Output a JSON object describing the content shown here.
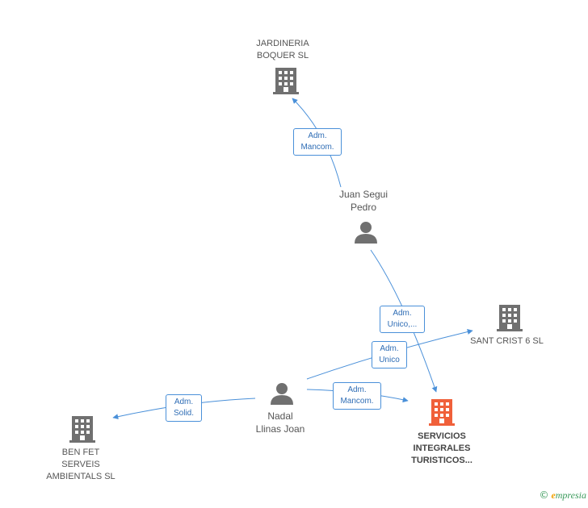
{
  "nodes": {
    "jardineria": {
      "line1": "JARDINERIA",
      "line2": "BOQUER SL",
      "kind": "company",
      "color": "#707070"
    },
    "juan": {
      "line1": "Juan Segui",
      "line2": "Pedro",
      "kind": "person",
      "color": "#707070"
    },
    "sant_crist": {
      "line1": "SANT CRIST 6 SL",
      "kind": "company",
      "color": "#707070"
    },
    "nadal": {
      "line1": "Nadal",
      "line2": "Llinas Joan",
      "kind": "person",
      "color": "#707070"
    },
    "servicios": {
      "line1": "SERVICIOS",
      "line2": "INTEGRALES",
      "line3": "TURISTICOS...",
      "kind": "company",
      "color": "#f0603a"
    },
    "ben_fet": {
      "line1": "BEN FET",
      "line2": "SERVEIS",
      "line3": "AMBIENTALS SL",
      "kind": "company",
      "color": "#707070"
    }
  },
  "edges": {
    "juan_jardineria": {
      "line1": "Adm.",
      "line2": "Mancom."
    },
    "juan_servicios": {
      "line1": "Adm.",
      "line2": "Unico,..."
    },
    "nadal_sant_crist": {
      "line1": "Adm.",
      "line2": "Unico"
    },
    "nadal_servicios": {
      "line1": "Adm.",
      "line2": "Mancom."
    },
    "nadal_ben_fet": {
      "line1": "Adm.",
      "line2": "Solid."
    }
  },
  "colors": {
    "edge": "#4a90d9",
    "company": "#707070",
    "focus_company": "#f0603a",
    "person": "#707070"
  },
  "footer": {
    "copyright": "©",
    "brand_initial": "e",
    "brand_rest": "mpresia"
  }
}
